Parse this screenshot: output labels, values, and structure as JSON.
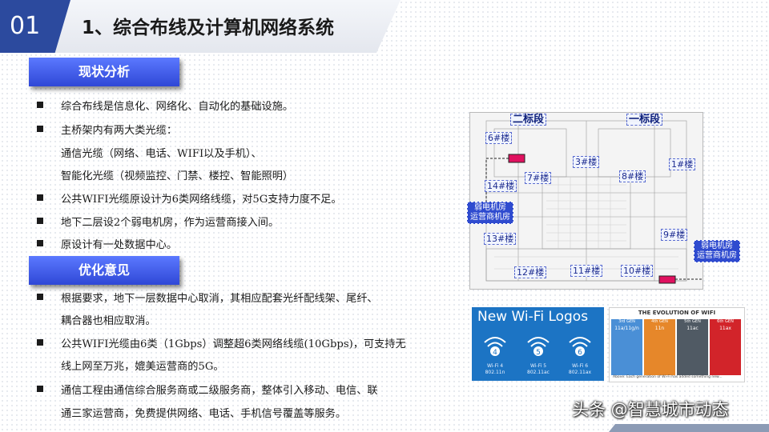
{
  "header": {
    "number": "01",
    "title": "1、综合布线及计算机网络系统"
  },
  "section1": {
    "label": "现状分析",
    "items": [
      "综合布线是信息化、网络化、自动化的基础设施。",
      "主桥架内有两大类光缆：",
      "通信光缆（网络、电话、WIFI以及手机）、",
      "智能化光缆（视频监控、门禁、楼控、智能照明）",
      "公共WIFI光缆原设计为6类网络线缆，对5G支持力度不足。",
      "地下二层设2个弱电机房，作为运营商接入间。",
      "原设计有一处数据中心。"
    ]
  },
  "section2": {
    "label": "优化意见",
    "items": [
      "根据要求，地下一层数据中心取消，其相应配套光纤配线架、尾纤、",
      "耦合器也相应取消。",
      "公共WIFI光缆由6类（1Gbps）调整超6类网络线缆(10Gbps)，可支持无",
      "线上网至万兆，媲美运营商的5G。",
      "通信工程由通信综合服务商或二级服务商，整体引入移动、电信、联",
      "通三家运营商，免费提供网络、电话、手机信号覆盖等服务。"
    ]
  },
  "map": {
    "sections": [
      "二标段",
      "一标段"
    ],
    "buildings": [
      "6#楼",
      "3#楼",
      "7#楼",
      "8#楼",
      "1#楼",
      "14#楼",
      "13#楼",
      "9#楼",
      "12#楼",
      "11#楼",
      "10#楼"
    ],
    "rooms": [
      "弱电机房",
      "运营商机房",
      "弱电机房",
      "运营商机房"
    ]
  },
  "wifi_logos": {
    "title": "New Wi-Fi Logos",
    "generations": [
      {
        "num": "4",
        "name": "Wi-Fi 4",
        "std": "802.11n"
      },
      {
        "num": "5",
        "name": "Wi-Fi 5",
        "std": "802.11ac"
      },
      {
        "num": "6",
        "name": "Wi-Fi 6",
        "std": "802.11ax"
      }
    ]
  },
  "evolution": {
    "title": "THE EVOLUTION OF WIFI",
    "columns": [
      {
        "gen": "3rd GEN",
        "std": "11a/11g/n",
        "color": "#4a8fd6"
      },
      {
        "gen": "4th GEN",
        "std": "11n",
        "color": "#e6872a"
      },
      {
        "gen": "5th GEN",
        "std": "11ac",
        "color": "#505a64"
      },
      {
        "gen": "6th GEN",
        "std": "11ax",
        "color": "#d2242a"
      }
    ],
    "footer": "Above: Each generation of Wi-Fi has added something new..."
  },
  "watermark": "头条 @智慧城市动态",
  "colors": {
    "accent": "#2c4a9e",
    "label_bg": "#3b55e6",
    "wifi_blue": "#1c74c4"
  }
}
